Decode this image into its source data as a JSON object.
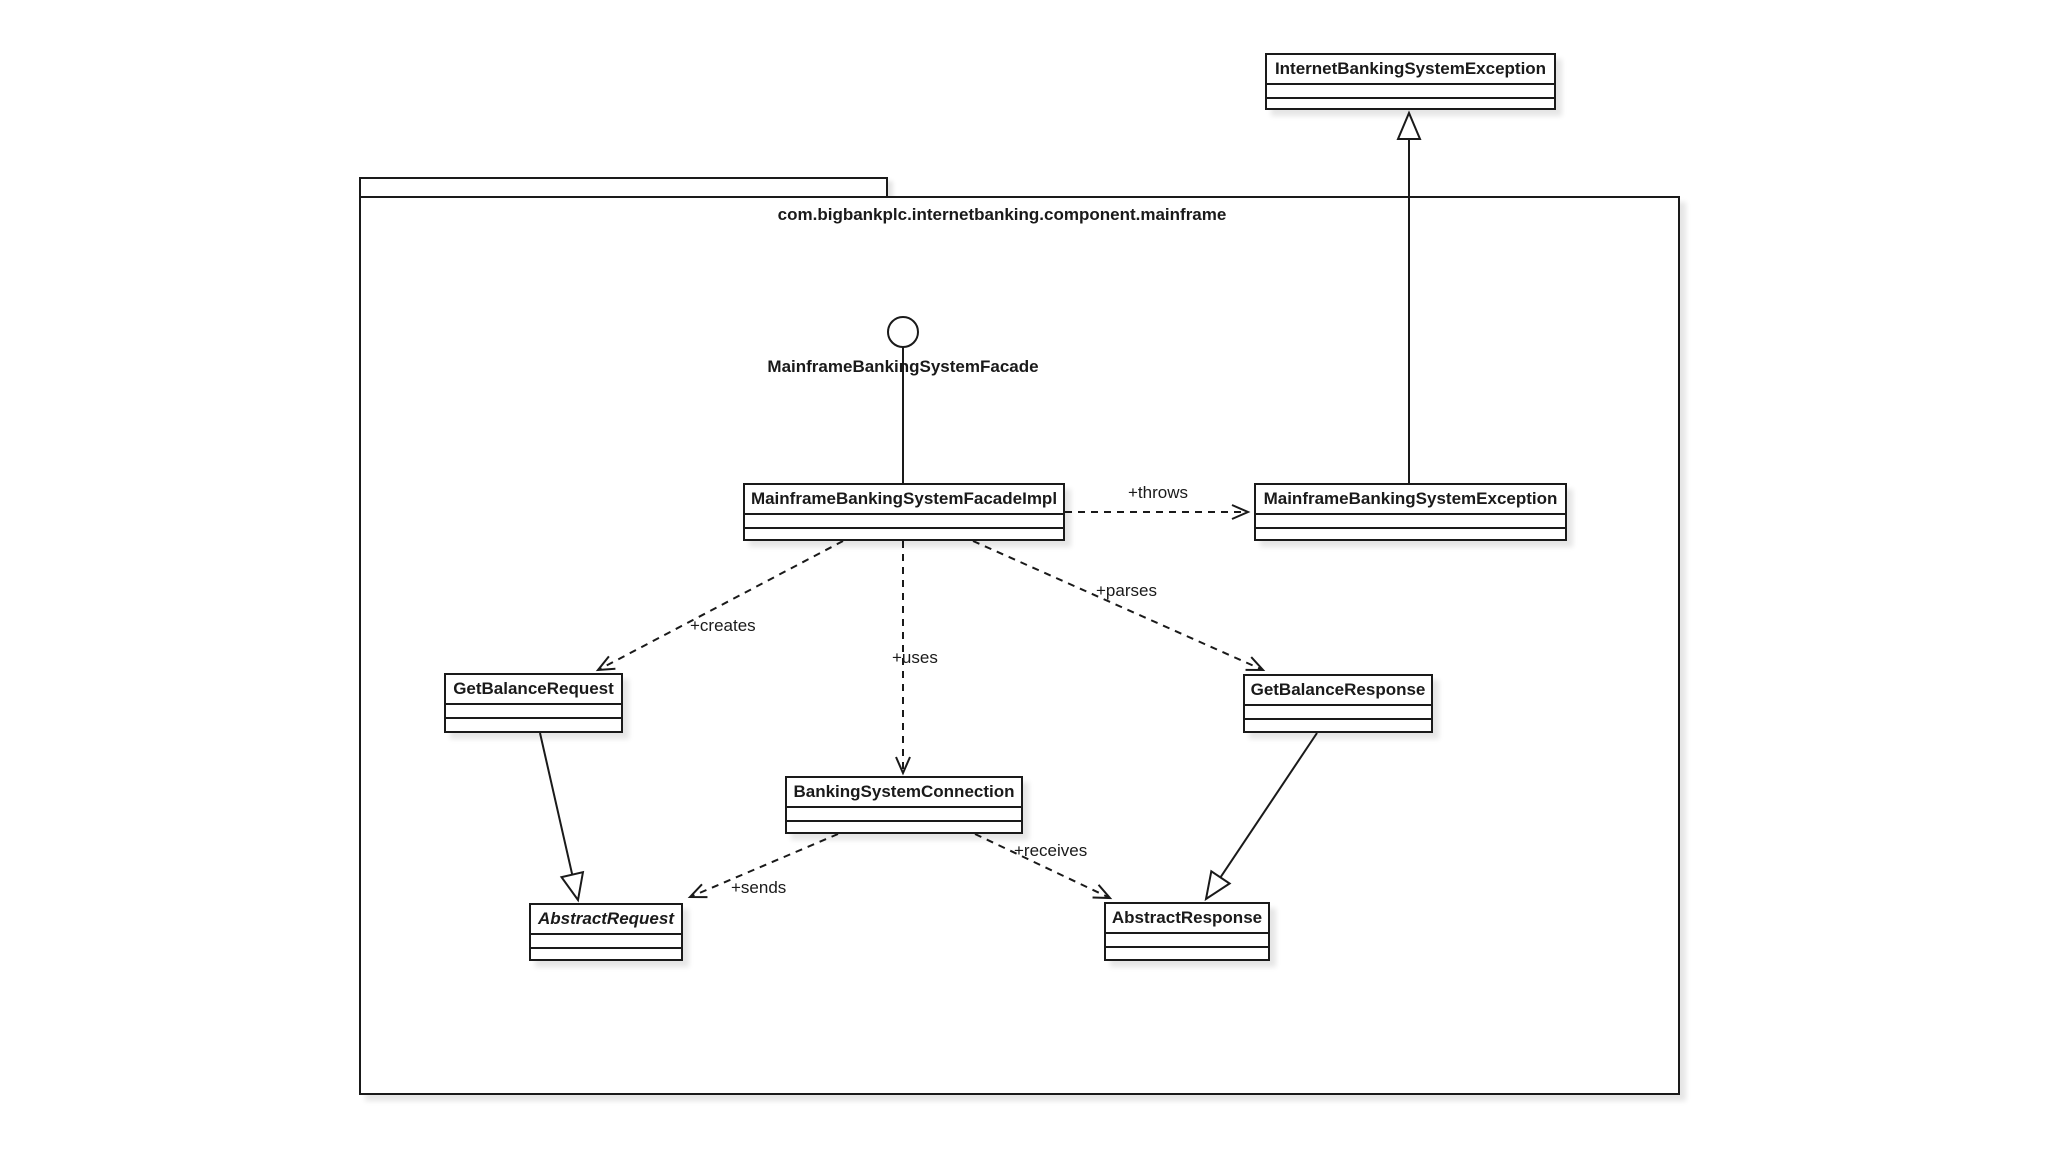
{
  "package": {
    "name": "com.bigbankplc.internetbanking.component.mainframe"
  },
  "interface": {
    "name": "MainframeBankingSystemFacade"
  },
  "classes": {
    "internetBankingSystemException": {
      "name": "InternetBankingSystemException"
    },
    "mainframeBankingSystemFacadeImpl": {
      "name": "MainframeBankingSystemFacadeImpl"
    },
    "mainframeBankingSystemException": {
      "name": "MainframeBankingSystemException"
    },
    "getBalanceRequest": {
      "name": "GetBalanceRequest"
    },
    "getBalanceResponse": {
      "name": "GetBalanceResponse"
    },
    "bankingSystemConnection": {
      "name": "BankingSystemConnection"
    },
    "abstractRequest": {
      "name": "AbstractRequest",
      "abstract": true
    },
    "abstractResponse": {
      "name": "AbstractResponse"
    }
  },
  "labels": {
    "throws": "+throws",
    "creates": "+creates",
    "uses": "+uses",
    "parses": "+parses",
    "sends": "+sends",
    "receives": "+receives"
  },
  "relationships": [
    {
      "from": "MainframeBankingSystemFacadeImpl",
      "to": "MainframeBankingSystemException",
      "type": "dependency",
      "label": "+throws"
    },
    {
      "from": "MainframeBankingSystemFacadeImpl",
      "to": "GetBalanceRequest",
      "type": "dependency",
      "label": "+creates"
    },
    {
      "from": "MainframeBankingSystemFacadeImpl",
      "to": "BankingSystemConnection",
      "type": "dependency",
      "label": "+uses"
    },
    {
      "from": "MainframeBankingSystemFacadeImpl",
      "to": "GetBalanceResponse",
      "type": "dependency",
      "label": "+parses"
    },
    {
      "from": "BankingSystemConnection",
      "to": "AbstractRequest",
      "type": "dependency",
      "label": "+sends"
    },
    {
      "from": "BankingSystemConnection",
      "to": "AbstractResponse",
      "type": "dependency",
      "label": "+receives"
    },
    {
      "from": "GetBalanceRequest",
      "to": "AbstractRequest",
      "type": "generalization"
    },
    {
      "from": "GetBalanceResponse",
      "to": "AbstractResponse",
      "type": "generalization"
    },
    {
      "from": "MainframeBankingSystemException",
      "to": "InternetBankingSystemException",
      "type": "generalization"
    },
    {
      "from": "MainframeBankingSystemFacadeImpl",
      "to": "MainframeBankingSystemFacade",
      "type": "interface-realization-lollipop"
    }
  ],
  "colors": {
    "stroke": "#1a1a1a",
    "fill": "#ffffff",
    "background": "#ffffff"
  }
}
